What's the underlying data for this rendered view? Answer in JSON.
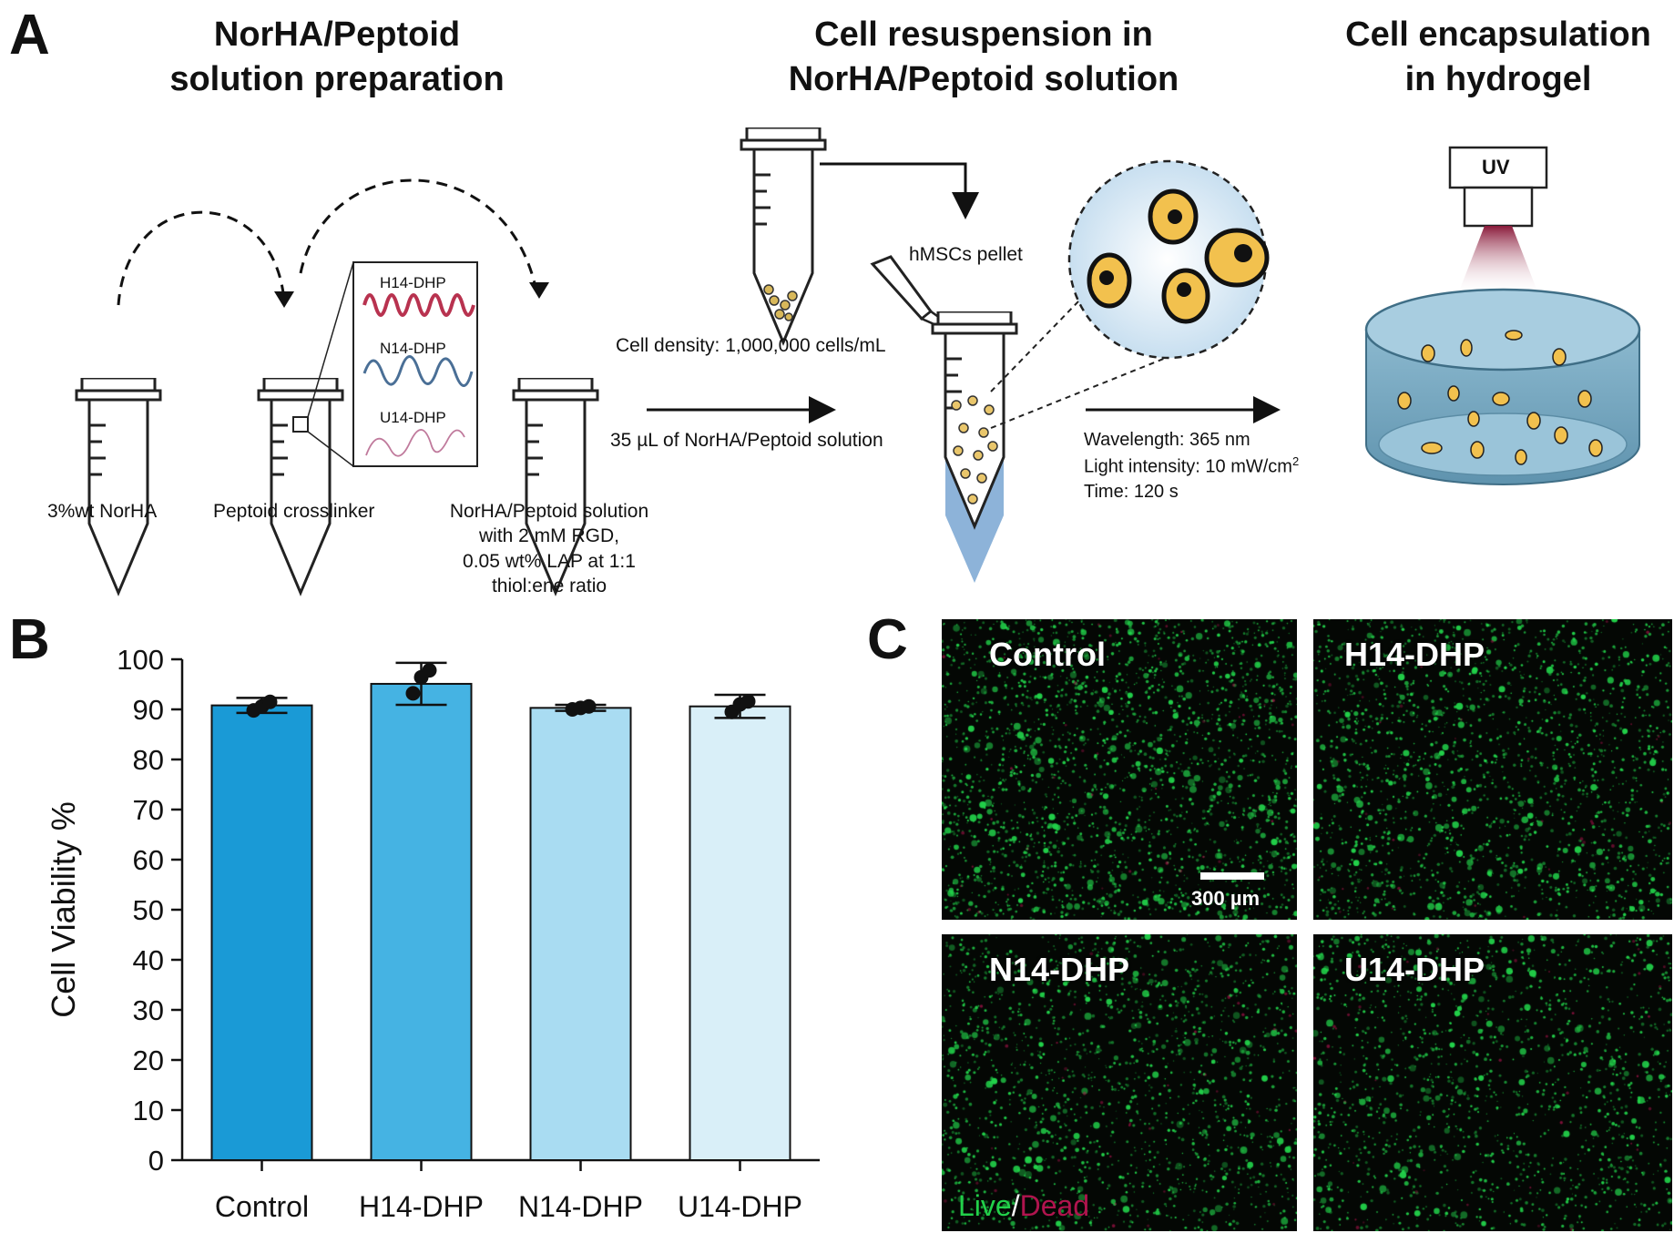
{
  "panel_a": {
    "letter": "A",
    "sections": [
      {
        "title_line1": "NorHA/Peptoid",
        "title_line2": "solution preparation"
      },
      {
        "title_line1": "Cell resuspension in",
        "title_line2": "NorHA/Peptoid solution"
      },
      {
        "title_line1": "Cell encapsulation",
        "title_line2": "in hydrogel"
      }
    ],
    "tubes": [
      {
        "label": "3%wt NorHA"
      },
      {
        "label": "Peptoid crosslinker"
      },
      {
        "label_lines": [
          "NorHA/Peptoid solution",
          "with 2 mM RGD,",
          "0.05 wt% LAP at 1:1",
          "thiol:ene ratio"
        ]
      }
    ],
    "peptoids": [
      "H14-DHP",
      "N14-DHP",
      "U14-DHP"
    ],
    "pellet_label": "hMSCs pellet",
    "density_label": "Cell density: 1,000,000 cells/mL",
    "volume_label": "35 µL of NorHA/Peptoid solution",
    "uv_label": "UV",
    "conditions": {
      "wavelength": "Wavelength: 365 nm",
      "intensity": "Light intensity: 10 mW/cm",
      "intensity_sup": "2",
      "time": "Time: 120 s"
    },
    "colors": {
      "liquid": "#8db3d9",
      "h14": "#b8324f",
      "n14": "#4a6f96",
      "u14": "#c07a9c",
      "cell": "#f2c14e"
    }
  },
  "panel_b": {
    "letter": "B"
  },
  "chart_data": {
    "type": "bar",
    "categories": [
      "Control",
      "H14-DHP",
      "N14-DHP",
      "U14-DHP"
    ],
    "values": [
      90.8,
      95.1,
      90.3,
      90.6
    ],
    "errors": [
      1.5,
      4.2,
      0.6,
      2.3
    ],
    "points": [
      [
        89.8,
        90.6,
        91.5
      ],
      [
        93.2,
        96.4,
        97.8
      ],
      [
        90.0,
        90.3,
        90.6
      ],
      [
        89.5,
        91.0,
        91.6
      ]
    ],
    "ylabel": "Cell Viability %",
    "ylim": [
      0,
      100
    ],
    "yticks": [
      0,
      10,
      20,
      30,
      40,
      50,
      60,
      70,
      80,
      90,
      100
    ],
    "bar_colors": [
      "#1a9ad6",
      "#45b3e3",
      "#a9dcf2",
      "#d9eff8"
    ],
    "grid": false
  },
  "panel_c": {
    "letter": "C",
    "images": [
      {
        "label": "Control",
        "density": 1.0
      },
      {
        "label": "H14-DHP",
        "density": 0.85
      },
      {
        "label": "N14-DHP",
        "density": 0.75
      },
      {
        "label": "U14-DHP",
        "density": 0.7
      }
    ],
    "scalebar": "300 µm",
    "live": "Live",
    "slash": "/",
    "dead": "Dead",
    "colors": {
      "live": "#22d14a",
      "dead": "#b0144e"
    }
  }
}
